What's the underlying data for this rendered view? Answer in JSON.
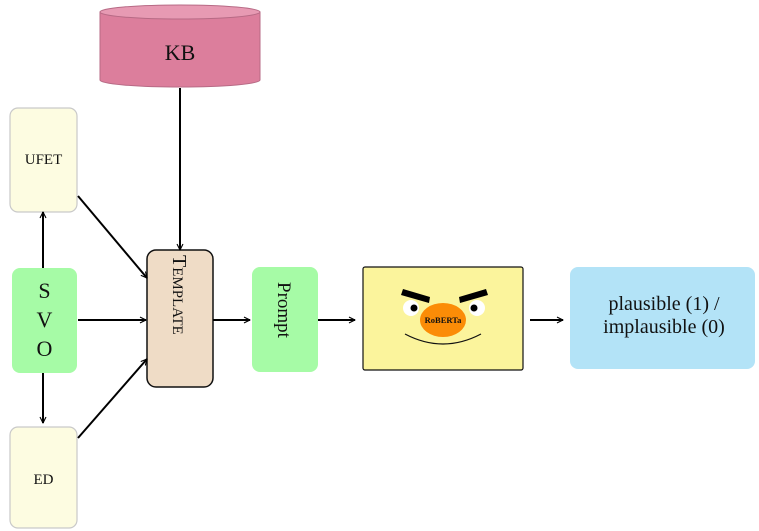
{
  "nodes": {
    "kb": {
      "label": "KB"
    },
    "ufet": {
      "label": "UFET"
    },
    "svo": {
      "line1": "S",
      "line2": "V",
      "line3": "O"
    },
    "ed": {
      "label": "ED"
    },
    "template": {
      "label_first": "T",
      "label_rest": "EMPLATE"
    },
    "prompt": {
      "label": "Prompt"
    },
    "model": {
      "label": "RoBERTa"
    },
    "output": {
      "line1": "plausible (1) /",
      "line2": "implausible (0)"
    }
  },
  "colors": {
    "kb_fill": "#dc7e9c",
    "kb_top": "#e79ab3",
    "ufet_fill": "#fdfce1",
    "ed_fill": "#fdfce1",
    "svo_fill": "#a6fba6",
    "prompt_fill": "#a6fba6",
    "template_fill": "#efdcc6",
    "model_fill": "#fbf49c",
    "nose_fill": "#fb8c07",
    "output_fill": "#b3e3f7",
    "arrow": "#000000"
  }
}
